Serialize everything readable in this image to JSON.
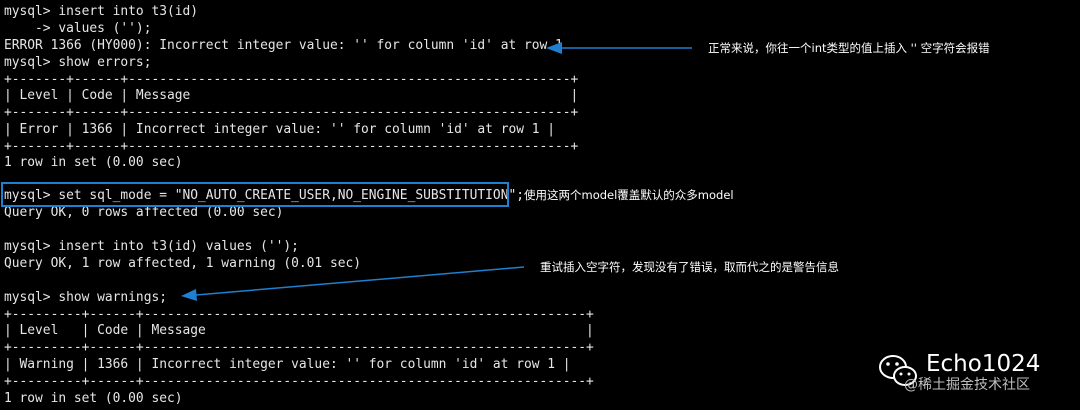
{
  "terminal": {
    "lines": [
      "mysql> insert into t3(id)",
      "    -> values ('');",
      "ERROR 1366 (HY000): Incorrect integer value: '' for column 'id' at row 1",
      "mysql> show errors;",
      "+-------+------+---------------------------------------------------------+",
      "| Level | Code | Message                                                 |",
      "+-------+------+---------------------------------------------------------+",
      "| Error | 1366 | Incorrect integer value: '' for column 'id' at row 1 |",
      "+-------+------+---------------------------------------------------------+",
      "1 row in set (0.00 sec)",
      "",
      "mysql> set sql_mode = \"NO_AUTO_CREATE_USER,NO_ENGINE_SUBSTITUTION\";",
      "Query OK, 0 rows affected (0.00 sec)",
      "",
      "mysql> insert into t3(id) values ('');",
      "Query OK, 1 row affected, 1 warning (0.01 sec)",
      "",
      "mysql> show warnings;",
      "+---------+------+---------------------------------------------------------+",
      "| Level   | Code | Message                                                 |",
      "+---------+------+---------------------------------------------------------+",
      "| Warning | 1366 | Incorrect integer value: '' for column 'id' at row 1 |",
      "+---------+------+---------------------------------------------------------+",
      "1 row in set (0.00 sec)"
    ]
  },
  "annotations": {
    "error_note": "正常来说，你往一个int类型的值上插入 '' 空字符会报错",
    "sql_mode_note": "使用这两个model覆盖默认的众多model",
    "warning_note": "重试插入空字符，发现没有了错误，取而代之的是警告信息"
  },
  "watermark": {
    "brand": "Echo1024",
    "site": "@稀土掘金技术社区",
    "icon": "wechat-icon"
  },
  "colors": {
    "background": "#000000",
    "terminal_text": "#e6e6e6",
    "accent": "#1f7fd0"
  }
}
